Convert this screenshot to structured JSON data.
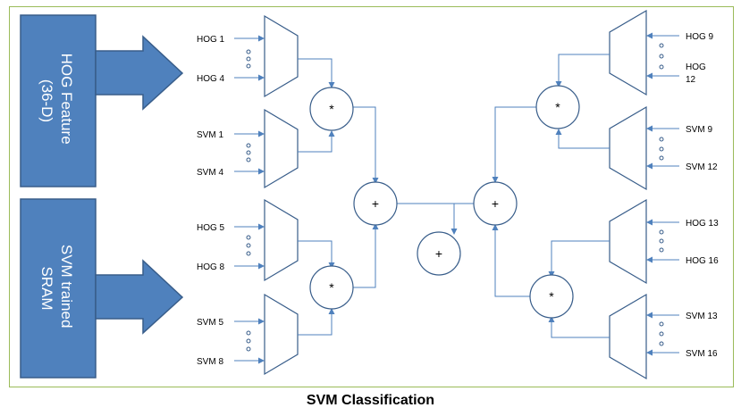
{
  "blocks": {
    "hog_feature": [
      "HOG Feature",
      "(36-D)"
    ],
    "svm_sram": [
      "SVM trained",
      "SRAM"
    ]
  },
  "left_muxes": [
    {
      "top": "HOG 1",
      "bottom": "HOG 4"
    },
    {
      "top": "SVM 1",
      "bottom": "SVM 4"
    },
    {
      "top": "HOG 5",
      "bottom": "HOG 8"
    },
    {
      "top": "SVM 5",
      "bottom": "SVM 8"
    }
  ],
  "right_muxes": [
    {
      "top": "HOG 9",
      "bottom": [
        "HOG",
        "12"
      ]
    },
    {
      "top": "SVM 9",
      "bottom": "SVM 12"
    },
    {
      "top": "HOG 13",
      "bottom": "HOG 16"
    },
    {
      "top": "SVM 13",
      "bottom": "SVM 16"
    }
  ],
  "operators": {
    "multiply": "*",
    "add": "+"
  },
  "caption": "SVM Classification",
  "colors": {
    "block_fill": "#4f81bd",
    "block_stroke": "#385d8a",
    "line": "#4f81bd",
    "node_stroke": "#385d8a",
    "frame": "#9bbb59"
  }
}
